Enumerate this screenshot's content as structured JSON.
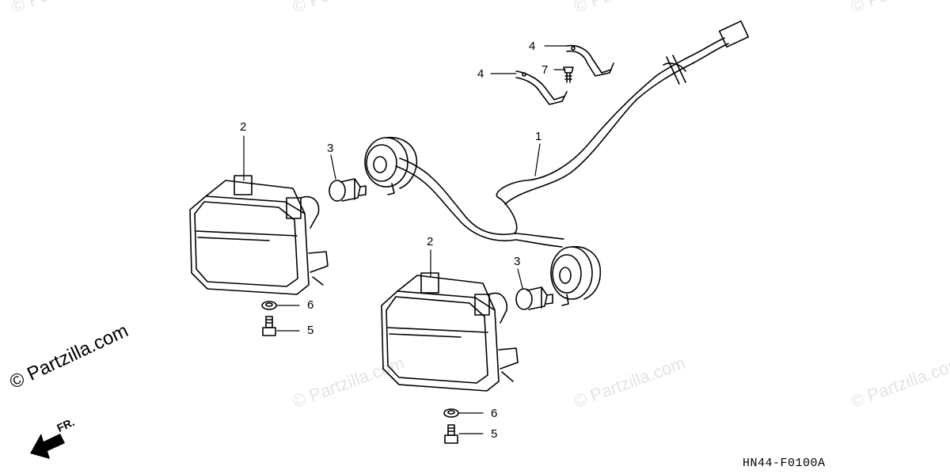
{
  "watermark": {
    "text": "© Partzilla.com",
    "color": "#e4e4e4"
  },
  "brand_watermark": "© Partzilla.com",
  "diagram_code": "HN44-F0100A",
  "front_label": "FR.",
  "callouts": [
    {
      "id": "c1",
      "label": "1"
    },
    {
      "id": "c2a",
      "label": "2"
    },
    {
      "id": "c2b",
      "label": "2"
    },
    {
      "id": "c3a",
      "label": "3"
    },
    {
      "id": "c3b",
      "label": "3"
    },
    {
      "id": "c4a",
      "label": "4"
    },
    {
      "id": "c4b",
      "label": "4"
    },
    {
      "id": "c5a",
      "label": "5"
    },
    {
      "id": "c5b",
      "label": "5"
    },
    {
      "id": "c6a",
      "label": "6"
    },
    {
      "id": "c6b",
      "label": "6"
    },
    {
      "id": "c7",
      "label": "7"
    }
  ],
  "colors": {
    "line": "#000000",
    "background": "#ffffff"
  }
}
